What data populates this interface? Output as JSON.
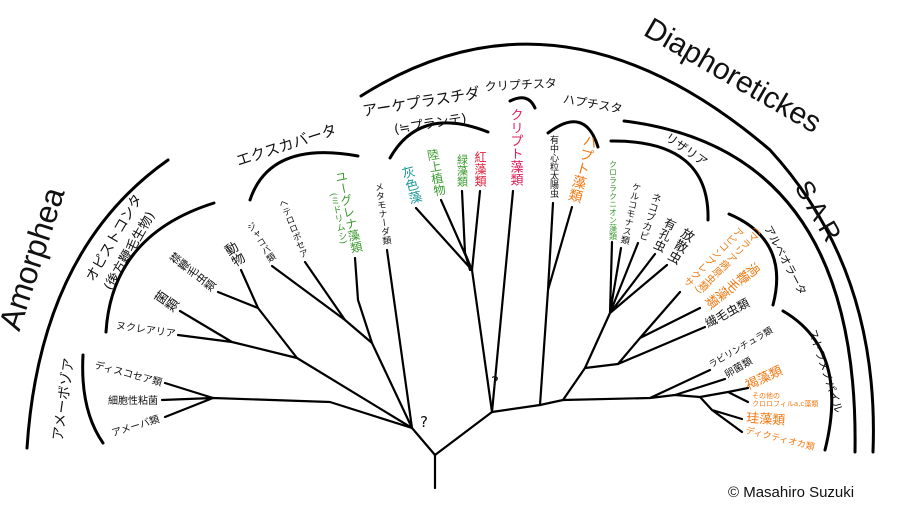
{
  "groups": {
    "amorphea": "Amorphea",
    "opisthokonta": "オピストコンタ",
    "opisthokonta_sub": "(後方鞭毛生物)",
    "amoebozoa": "アメーボゾア",
    "excavata": "エクスカバータ",
    "archaeplastida": "アーケプラスチダ",
    "archaeplastida_sub": "(≒プランテ)",
    "cryptista": "クリプチスタ",
    "haptista": "ハプチスタ",
    "diaphoretickes": "Diaphoretickes",
    "rhizaria": "リザリア",
    "sar": "SAR",
    "alveolata": "アルベオラータ",
    "stramenopiles": "ストラメノパイル"
  },
  "taxa": {
    "animals": "動物",
    "choanoflagellates": "襟鞭毛虫類",
    "fungi": "菌類",
    "nucleariids": "ヌクレアリア",
    "discosea": "ディスコセア類",
    "dictyostelids": "細胞性粘菌",
    "amoebae": "アメーバ類",
    "jakobids": "ジャコバ類",
    "heterolobosea": "ヘテロロボセア",
    "euglenids": "ユーグレナ藻類",
    "euglenids_sub": "(ミドリムシ)",
    "metamonads": "メタモナーダ類",
    "glaucophytes": "灰色藻",
    "land_plants": "陸上植物",
    "green_algae": "緑藻類",
    "red_algae": "紅藻類",
    "cryptophytes": "クリプト藻類",
    "centrohelids": "有中心粒太陽虫",
    "haptophytes": "ハプト藻類",
    "chlorarachniophytes": "クロララクニオン藻類",
    "cercomonads": "ケルコモナス類",
    "plasmodiophorids": "ネコブカビ",
    "foraminifera": "有孔虫",
    "radiolaria": "放散虫",
    "apicomplexa": "アピコンプレクサ",
    "apicomplexa_sub": "(マラリア病原虫類)",
    "dinoflagellates": "渦鞭毛藻類",
    "ciliates": "繊毛虫類",
    "labyrinthulids": "ラビリンチュラ類",
    "oomycetes": "卵菌類",
    "brown_algae": "褐藻類",
    "other_chl_ac": "その他の",
    "other_chl_ac_2": "クロロフィルa,c藻類",
    "diatoms": "珪藻類",
    "dictyochophytes": "ディクティオカ類"
  },
  "uncertain": [
    "?",
    "?"
  ],
  "copyright": "© Masahiro Suzuki",
  "colors": {
    "default": "#111111",
    "green": "#3a9a2e",
    "teal": "#1f9a9a",
    "red": "#e0203c",
    "pink": "#e0205a",
    "orange": "#f07a14"
  }
}
